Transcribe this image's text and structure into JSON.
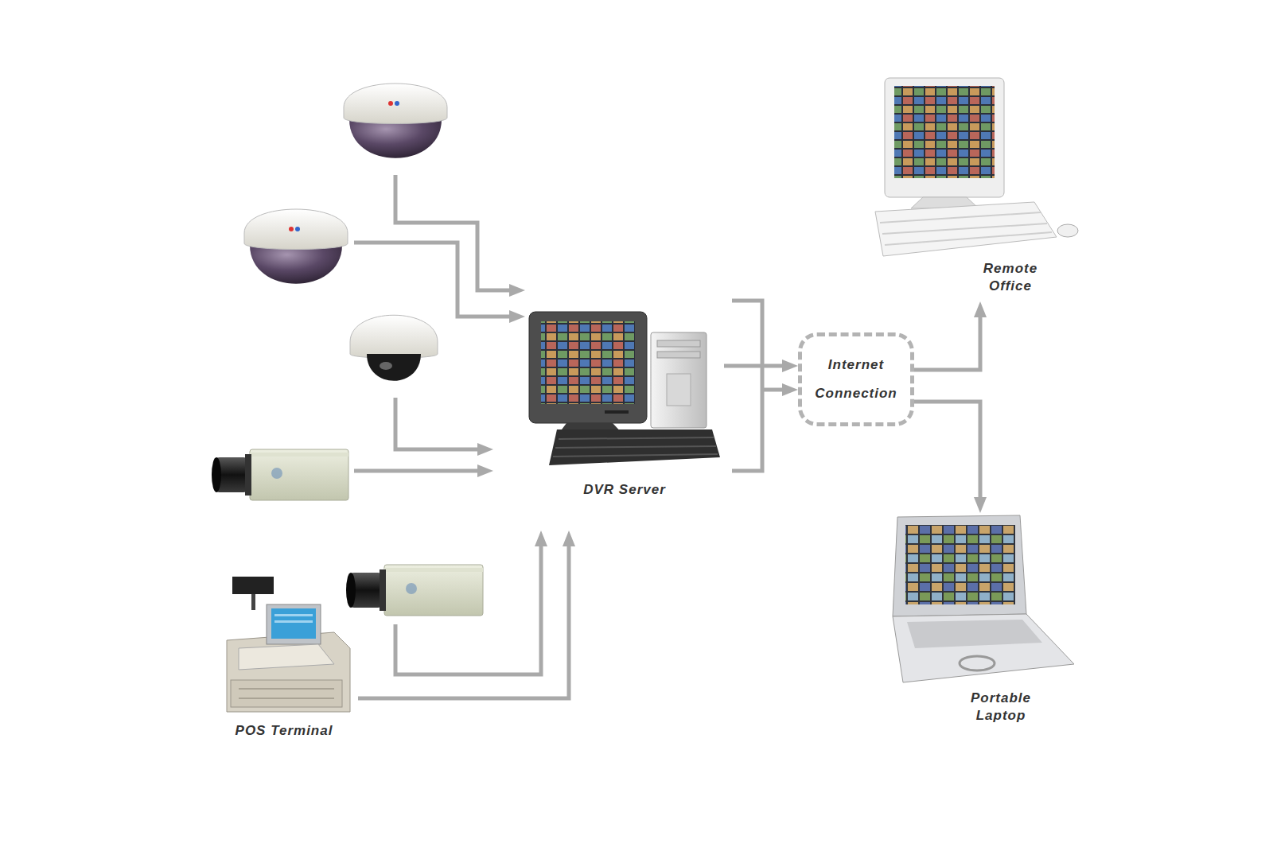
{
  "diagram": {
    "nodes": [
      {
        "text": [
          "DVR Server"
        ]
      },
      {
        "text": [
          "POS Terminal"
        ]
      },
      {
        "text": [
          "Internet Connection"
        ]
      },
      {
        "text": [
          "Remote Office"
        ]
      },
      {
        "text": [
          "Portable Laptop"
        ]
      }
    ],
    "edges": [
      {
        "from": 1,
        "to": 0,
        "arrow": "to"
      },
      {
        "from": 0,
        "to": 2,
        "arrow": "to"
      },
      {
        "from": 2,
        "to": 3,
        "arrow": "to"
      },
      {
        "from": 2,
        "to": 4,
        "arrow": "to"
      }
    ]
  }
}
